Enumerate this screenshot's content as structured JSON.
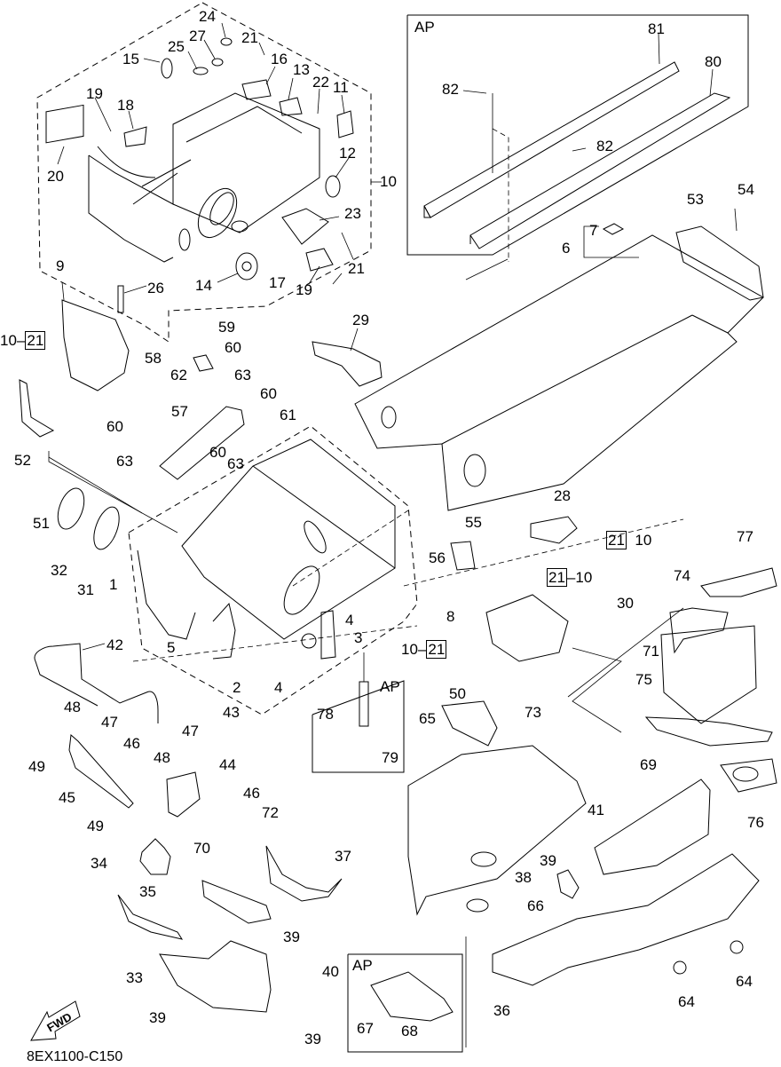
{
  "diagram": {
    "drawing_code": "8EX1100-C150",
    "direction_indicator": "FWD",
    "ap_label": "AP",
    "callouts": [
      {
        "id": "c24",
        "text": "24"
      },
      {
        "id": "c27",
        "text": "27"
      },
      {
        "id": "c25",
        "text": "25"
      },
      {
        "id": "c21a",
        "text": "21"
      },
      {
        "id": "c15",
        "text": "15"
      },
      {
        "id": "c16",
        "text": "16"
      },
      {
        "id": "c13",
        "text": "13"
      },
      {
        "id": "c22",
        "text": "22"
      },
      {
        "id": "c11",
        "text": "11"
      },
      {
        "id": "c19a",
        "text": "19"
      },
      {
        "id": "c18",
        "text": "18"
      },
      {
        "id": "c20",
        "text": "20"
      },
      {
        "id": "c12",
        "text": "12"
      },
      {
        "id": "c10a",
        "text": "10"
      },
      {
        "id": "c23",
        "text": "23"
      },
      {
        "id": "c21b",
        "text": "21"
      },
      {
        "id": "c14",
        "text": "14"
      },
      {
        "id": "c17",
        "text": "17"
      },
      {
        "id": "c19b",
        "text": "19"
      },
      {
        "id": "c9",
        "text": "9"
      },
      {
        "id": "c26",
        "text": "26"
      },
      {
        "id": "c81",
        "text": "81"
      },
      {
        "id": "c80",
        "text": "80"
      },
      {
        "id": "c82a",
        "text": "82"
      },
      {
        "id": "c82b",
        "text": "82"
      },
      {
        "id": "c7",
        "text": "7"
      },
      {
        "id": "c6",
        "text": "6"
      },
      {
        "id": "c53",
        "text": "53"
      },
      {
        "id": "c54",
        "text": "54"
      },
      {
        "id": "c29",
        "text": "29"
      },
      {
        "id": "c59",
        "text": "59"
      },
      {
        "id": "c60a",
        "text": "60"
      },
      {
        "id": "c58",
        "text": "58"
      },
      {
        "id": "c62",
        "text": "62"
      },
      {
        "id": "c63a",
        "text": "63"
      },
      {
        "id": "c60b",
        "text": "60"
      },
      {
        "id": "c61",
        "text": "61"
      },
      {
        "id": "c57",
        "text": "57"
      },
      {
        "id": "c60c",
        "text": "60"
      },
      {
        "id": "c63b",
        "text": "63"
      },
      {
        "id": "c60d",
        "text": "60"
      },
      {
        "id": "c63c",
        "text": "63"
      },
      {
        "id": "c52",
        "text": "52"
      },
      {
        "id": "c51",
        "text": "51"
      },
      {
        "id": "c32",
        "text": "32"
      },
      {
        "id": "c31",
        "text": "31"
      },
      {
        "id": "c1",
        "text": "1"
      },
      {
        "id": "c5",
        "text": "5"
      },
      {
        "id": "c42",
        "text": "42"
      },
      {
        "id": "c2",
        "text": "2"
      },
      {
        "id": "c4a",
        "text": "4"
      },
      {
        "id": "c4b",
        "text": "4"
      },
      {
        "id": "c3",
        "text": "3"
      },
      {
        "id": "c43",
        "text": "43"
      },
      {
        "id": "c48a",
        "text": "48"
      },
      {
        "id": "c47a",
        "text": "47"
      },
      {
        "id": "c49a",
        "text": "49"
      },
      {
        "id": "c46a",
        "text": "46"
      },
      {
        "id": "c45",
        "text": "45"
      },
      {
        "id": "c47b",
        "text": "47"
      },
      {
        "id": "c48b",
        "text": "48"
      },
      {
        "id": "c44",
        "text": "44"
      },
      {
        "id": "c46b",
        "text": "46"
      },
      {
        "id": "c49b",
        "text": "49"
      },
      {
        "id": "c72",
        "text": "72"
      },
      {
        "id": "c34",
        "text": "34"
      },
      {
        "id": "c70",
        "text": "70"
      },
      {
        "id": "c35",
        "text": "35"
      },
      {
        "id": "c39a",
        "text": "39"
      },
      {
        "id": "c33",
        "text": "33"
      },
      {
        "id": "c40",
        "text": "40"
      },
      {
        "id": "c39b",
        "text": "39"
      },
      {
        "id": "c39c",
        "text": "39"
      },
      {
        "id": "c78",
        "text": "78"
      },
      {
        "id": "c79",
        "text": "79"
      },
      {
        "id": "c55",
        "text": "55"
      },
      {
        "id": "c56",
        "text": "56"
      },
      {
        "id": "c28",
        "text": "28"
      },
      {
        "id": "c30",
        "text": "30"
      },
      {
        "id": "c8",
        "text": "8"
      },
      {
        "id": "c50",
        "text": "50"
      },
      {
        "id": "c73",
        "text": "73"
      },
      {
        "id": "c65",
        "text": "65"
      },
      {
        "id": "c77",
        "text": "77"
      },
      {
        "id": "c74",
        "text": "74"
      },
      {
        "id": "c71",
        "text": "71"
      },
      {
        "id": "c75",
        "text": "75"
      },
      {
        "id": "c76",
        "text": "76"
      },
      {
        "id": "c69",
        "text": "69"
      },
      {
        "id": "c37",
        "text": "37"
      },
      {
        "id": "c41",
        "text": "41"
      },
      {
        "id": "c39d",
        "text": "39"
      },
      {
        "id": "c38",
        "text": "38"
      },
      {
        "id": "c66",
        "text": "66"
      },
      {
        "id": "c67",
        "text": "67"
      },
      {
        "id": "c68",
        "text": "68"
      },
      {
        "id": "c36",
        "text": "36"
      },
      {
        "id": "c64a",
        "text": "64"
      },
      {
        "id": "c64b",
        "text": "64"
      }
    ],
    "assembly_refs": [
      {
        "parent": "10",
        "child": "21",
        "text_parent": "10",
        "text_child": "21"
      }
    ],
    "ref_labels": {
      "r1_parent": "10",
      "r1_child": "21",
      "r2_parent": "10",
      "r2_child": "21",
      "r3_child": "21",
      "r3_parent": "10",
      "r4_child": "21",
      "r4_parent": "10"
    }
  }
}
